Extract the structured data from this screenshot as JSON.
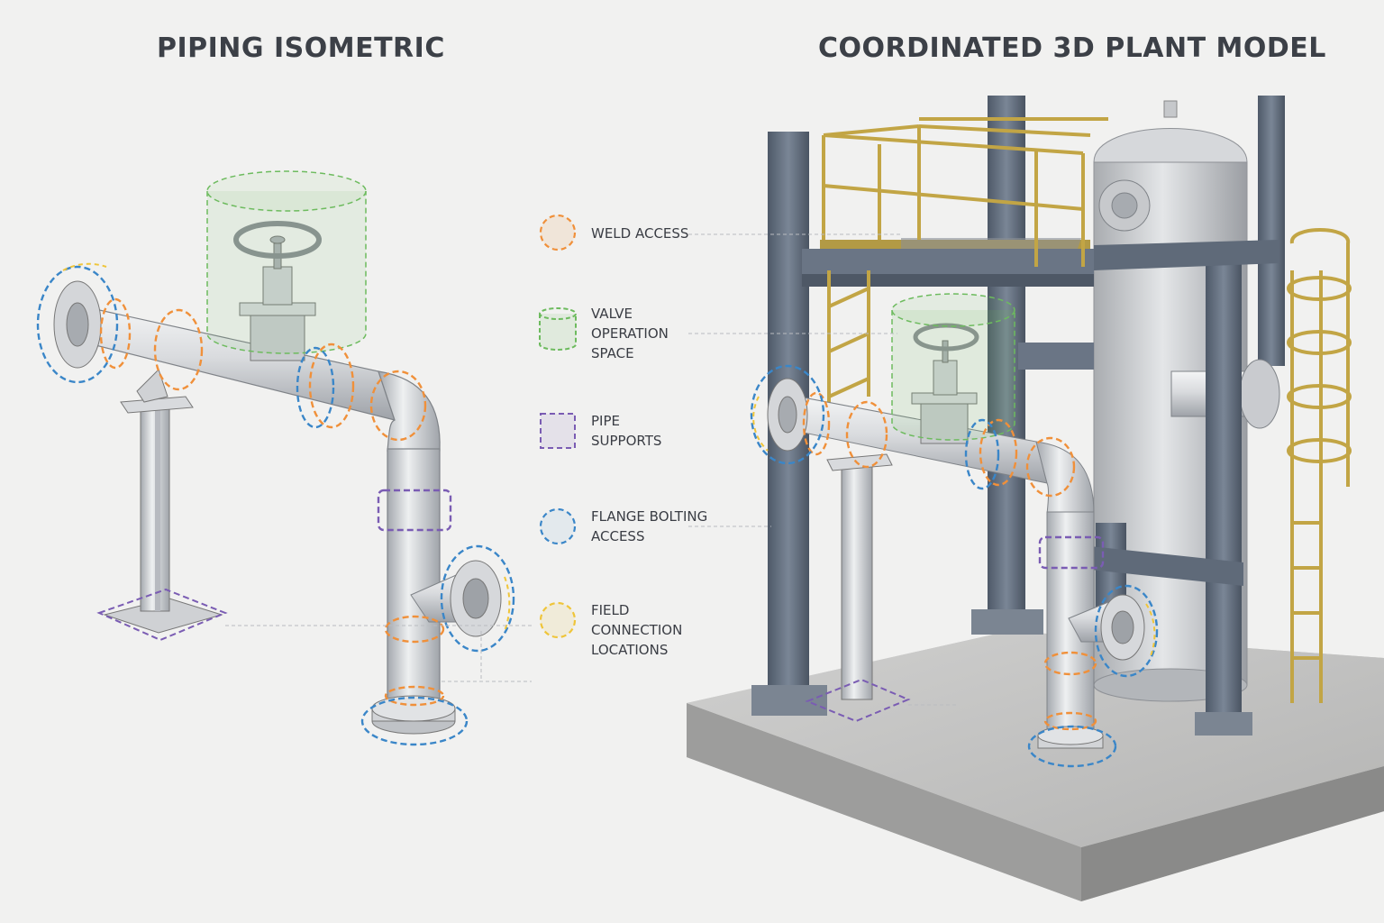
{
  "titles": {
    "left": "PIPING ISOMETRIC",
    "right": "COORDINATED 3D PLANT MODEL"
  },
  "colors": {
    "weld": "#f0903a",
    "valve_space": "#6dbb5e",
    "support": "#7a5cb3",
    "flange": "#3a86c8",
    "field": "#efc53a",
    "steel": "#5f6b7b",
    "handrail": "#c2a545",
    "pipe": "#d7d9dc",
    "concrete": "#bcbcbc"
  },
  "legend": [
    {
      "key": "weld",
      "icon": "weld-access-circle-icon",
      "label": "WELD ACCESS"
    },
    {
      "key": "valve_space",
      "icon": "valve-operation-cylinder-icon",
      "label": "VALVE\nOPERATION\nSPACE"
    },
    {
      "key": "support",
      "icon": "pipe-support-square-icon",
      "label": "PIPE\nSUPPORTS"
    },
    {
      "key": "flange",
      "icon": "flange-bolting-circle-icon",
      "label": "FLANGE BOLTING\nACCESS"
    },
    {
      "key": "field",
      "icon": "field-connection-circle-icon",
      "label": "FIELD\nCONNECTION\nLOCATIONS"
    }
  ]
}
